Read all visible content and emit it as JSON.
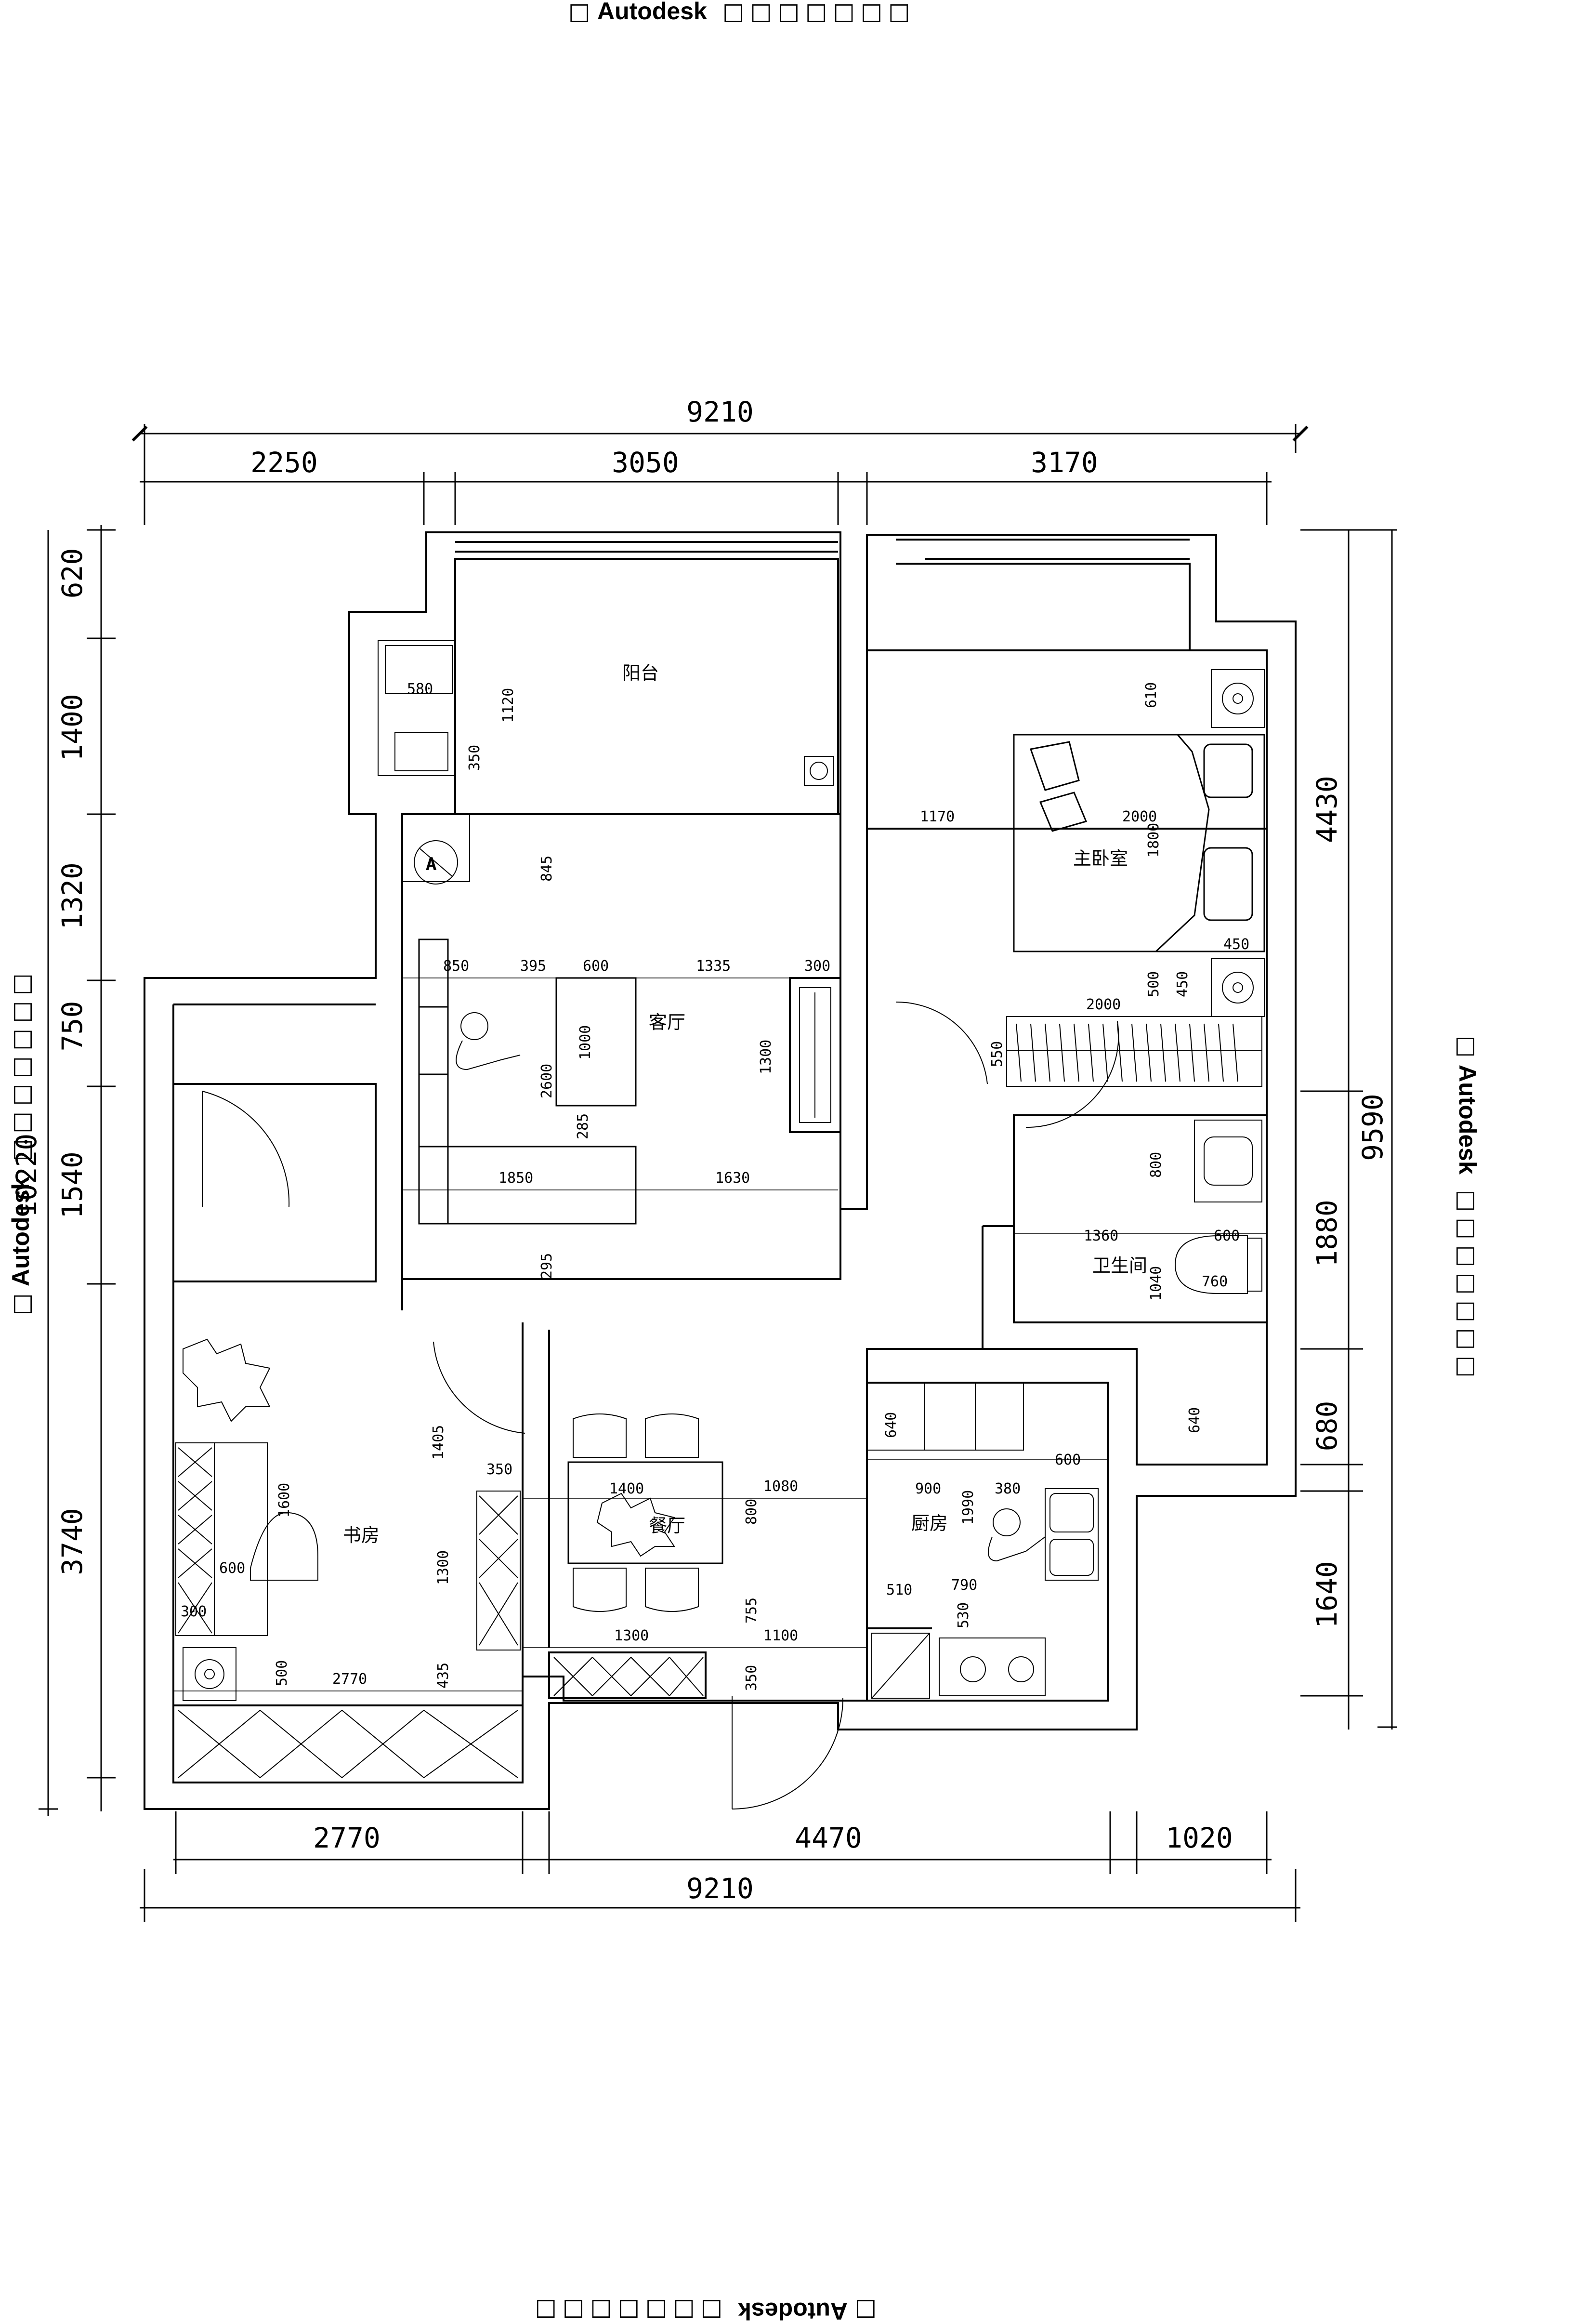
{
  "watermark": {
    "brand": "Autodesk",
    "box_glyph": "□",
    "tail": "□□□□□□□"
  },
  "overall": {
    "width_total": "9210",
    "height_total": "10220",
    "right_total": "9590"
  },
  "top_dims": [
    "2250",
    "3050",
    "3170"
  ],
  "bottom_dims": [
    "2770",
    "4470",
    "1020"
  ],
  "left_dims": [
    "620",
    "1400",
    "1320",
    "750",
    "1540",
    "3740"
  ],
  "right_dims": [
    "4430",
    "1880",
    "680",
    "1640"
  ],
  "rooms": {
    "balcony": "阳台",
    "living": "客厅",
    "master_bedroom": "主卧室",
    "bathroom": "卫生间",
    "study": "书房",
    "dining": "餐厅",
    "kitchen": "厨房"
  },
  "inner_dims": {
    "balcony_580": "580",
    "balcony_1120": "1120",
    "balcony_350": "350",
    "living_845": "845",
    "living_850": "850",
    "living_395": "395",
    "living_600": "600",
    "living_1335": "1335",
    "living_300": "300",
    "living_1000": "1000",
    "living_2600": "2600",
    "living_285": "285",
    "living_1300": "1300",
    "living_1850": "1850",
    "living_1630": "1630",
    "living_295": "295",
    "bed_610": "610",
    "bed_1170": "1170",
    "bed_2000": "2000",
    "bed_1800": "1800",
    "bed_450a": "450",
    "bed_500": "500",
    "bed_450b": "450",
    "bed_2000b": "2000",
    "door_550": "550",
    "bath_800": "800",
    "bath_1360": "1360",
    "bath_600": "600",
    "bath_1040": "1040",
    "bath_760": "760",
    "bath_640": "640",
    "study_1405": "1405",
    "study_350": "350",
    "study_1600": "1600",
    "study_600": "600",
    "study_1300": "1300",
    "study_300": "300",
    "study_500": "500",
    "study_2770": "2770",
    "study_435": "435",
    "dining_1400": "1400",
    "dining_1080": "1080",
    "dining_800": "800",
    "dining_755": "755",
    "dining_1300": "1300",
    "dining_1100": "1100",
    "dining_350": "350",
    "kit_640": "640",
    "kit_900": "900",
    "kit_380": "380",
    "kit_600": "600",
    "kit_1990": "1990",
    "kit_510": "510",
    "kit_790": "790",
    "kit_530": "530"
  },
  "icons": [
    "ac-unit-icon",
    "bed-icon",
    "sofa-icon",
    "person-icon",
    "toilet-icon",
    "sink-icon",
    "stove-icon",
    "plant-icon",
    "door-swing-icon",
    "wardrobe-icon",
    "washing-machine-icon",
    "dining-chair-icon",
    "tv-cabinet-icon"
  ]
}
